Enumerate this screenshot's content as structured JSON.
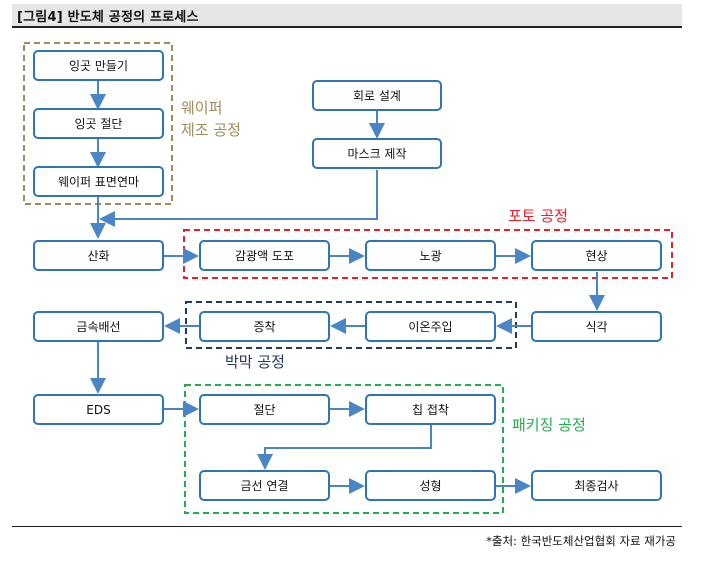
{
  "figure": {
    "title": "[그림4] 반도체 공정의 프로세스",
    "source": "*출처: 한국반도체산업협회 자료 재가공"
  },
  "groups": {
    "wafer": {
      "label_line1": "웨이퍼",
      "label_line2": "제조 공정",
      "color": "#a08c5a"
    },
    "photo": {
      "label": "포토 공정",
      "color": "#e8202a"
    },
    "thinfilm": {
      "label": "박막 공정",
      "color": "#1f3864"
    },
    "packaging": {
      "label": "패키징 공정",
      "color": "#22b04c"
    }
  },
  "steps": {
    "ingot_making": "잉곳 만들기",
    "ingot_cutting": "잉곳 절단",
    "wafer_polish": "웨이퍼 표면연마",
    "circuit_design": "회로 설계",
    "mask_making": "마스크 제작",
    "oxidation": "산화",
    "pr_coating": "감광액 도포",
    "exposure": "노광",
    "develop": "현상",
    "etching": "식각",
    "ion_implant": "이온주입",
    "deposition": "증착",
    "metal_wiring": "금속배선",
    "eds": "EDS",
    "dicing": "절단",
    "die_attach": "칩 접착",
    "wire_bonding": "금선 연결",
    "molding": "성형",
    "final_test": "최종검사"
  },
  "colors": {
    "box_border": "#2e75b6",
    "arrow": "#4a86c5"
  }
}
